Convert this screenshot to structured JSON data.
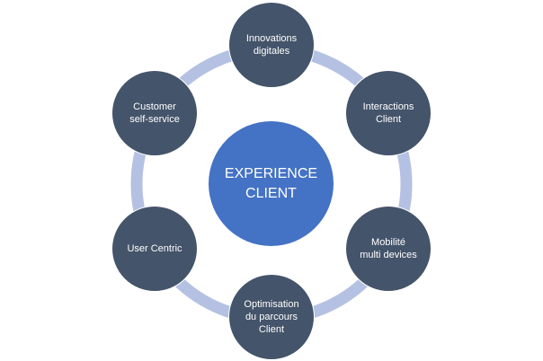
{
  "diagram": {
    "center": {
      "label": "EXPERIENCE\nCLIENT"
    },
    "nodes": [
      {
        "id": "innovations-digitales",
        "label": "Innovations\ndigitales"
      },
      {
        "id": "interactions-client",
        "label": "Interactions\nClient"
      },
      {
        "id": "mobilite-multi-devices",
        "label": "Mobilité\nmulti devices"
      },
      {
        "id": "optimisation-parcours-client",
        "label": "Optimisation\ndu parcours\nClient"
      },
      {
        "id": "user-centric",
        "label": "User Centric"
      },
      {
        "id": "customer-self-service",
        "label": "Customer\nself-service"
      }
    ]
  },
  "colors": {
    "ring": "#b4c1e2",
    "node_fill": "#44546a",
    "center_fill": "#4472c4",
    "text": "#ffffff"
  }
}
